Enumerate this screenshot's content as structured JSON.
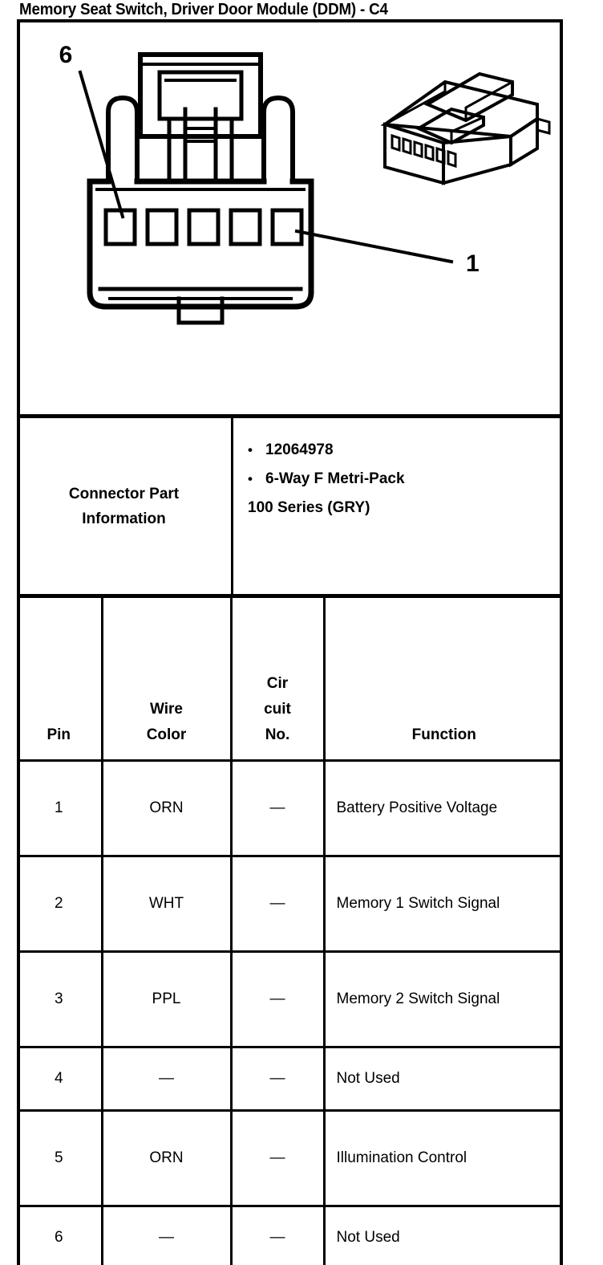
{
  "title": "Memory Seat Switch, Driver Door Module (DDM)  - C4",
  "illustration": {
    "callouts": [
      {
        "label": "6",
        "meaning": "pin-6-callout"
      },
      {
        "label": "1",
        "meaning": "pin-1-callout"
      }
    ],
    "cavity_count": 6,
    "views": [
      "front-face-view",
      "isometric-view"
    ]
  },
  "connector_part_information": {
    "label_line1": "Connector Part",
    "label_line2": "Information",
    "bullets": [
      "12064978",
      "6-Way F Metri-Pack"
    ],
    "continuation": "100 Series (GRY)"
  },
  "pin_table": {
    "headers": {
      "pin": "Pin",
      "wire_color_line1": "Wire",
      "wire_color_line2": "Color",
      "circuit_line1": "Cir",
      "circuit_line2": "cuit",
      "circuit_line3": "No.",
      "function": "Function"
    },
    "rows": [
      {
        "pin": "1",
        "wire_color": "ORN",
        "circuit_no": "—",
        "function": "Battery Positive Voltage",
        "single_line": false
      },
      {
        "pin": "2",
        "wire_color": "WHT",
        "circuit_no": "—",
        "function": "Memory 1 Switch Signal",
        "single_line": false
      },
      {
        "pin": "3",
        "wire_color": "PPL",
        "circuit_no": "—",
        "function": "Memory 2 Switch Signal",
        "single_line": false
      },
      {
        "pin": "4",
        "wire_color": "—",
        "circuit_no": "—",
        "function": "Not Used",
        "single_line": true
      },
      {
        "pin": "5",
        "wire_color": "ORN",
        "circuit_no": "—",
        "function": "Illumination Control",
        "single_line": false
      },
      {
        "pin": "6",
        "wire_color": "—",
        "circuit_no": "—",
        "function": "Not Used",
        "single_line": true
      }
    ]
  },
  "colors": {
    "ink": "#000000",
    "paper": "#ffffff"
  }
}
